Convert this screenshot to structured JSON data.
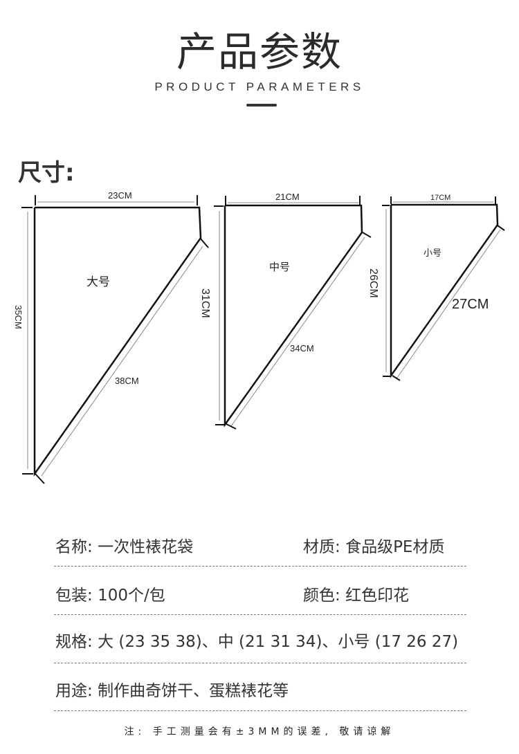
{
  "header": {
    "title": "产品参数",
    "subtitle": "PRODUCT PARAMETERS"
  },
  "size_section": {
    "heading": "尺寸:",
    "bags": [
      {
        "name": "大号",
        "top": "23CM",
        "side": "35CM",
        "diagonal": "38CM"
      },
      {
        "name": "中号",
        "top": "21CM",
        "side": "31CM",
        "diagonal": "34CM"
      },
      {
        "name": "小号",
        "top": "17CM",
        "side": "26CM",
        "diagonal": "27CM"
      }
    ]
  },
  "specs": {
    "name": {
      "label": "名称:",
      "value": "一次性裱花袋"
    },
    "material": {
      "label": "材质:",
      "value": "食品级PE材质"
    },
    "packaging": {
      "label": "包装:",
      "value": "100个/包"
    },
    "color": {
      "label": "颜色:",
      "value": "红色印花"
    },
    "spec": {
      "label": "规格:",
      "value": "大 (23 35 38)、中 (21 31 34)、小号 (17 26 27)"
    },
    "usage": {
      "label": "用途:",
      "value": "制作曲奇饼干、蛋糕裱花等"
    }
  },
  "note": "注: 手工测量会有±3MM的误差, 敬请谅解"
}
